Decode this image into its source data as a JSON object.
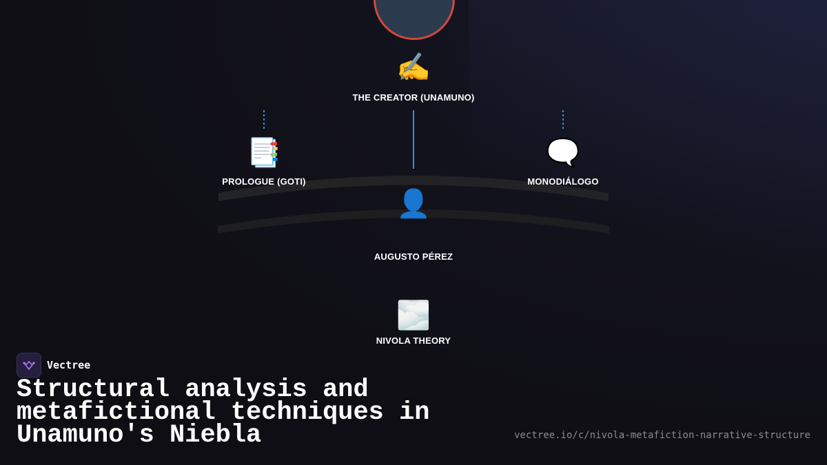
{
  "nodes": {
    "creator": {
      "emoji": "✍️",
      "label": "THE CREATOR (UNAMUNO)"
    },
    "prologue": {
      "emoji": "📑",
      "label": "PROLOGUE (GOTI)"
    },
    "monodialogo": {
      "emoji": "🗨️",
      "label": "MONODIÁLOGO"
    },
    "augusto": {
      "emoji": "👤",
      "label": "AUGUSTO PÉREZ"
    },
    "nivola": {
      "emoji": "🌫️",
      "label": "NIVOLA THEORY"
    }
  },
  "brand": {
    "name": "Vectree"
  },
  "title": "Structural analysis and metafictional techniques in Unamuno's Niebla",
  "url": "vectree.io/c/nivola-metafiction-narrative-structure",
  "colors": {
    "accent_ring": "#d0493a",
    "link_blue": "#3a8fd8"
  }
}
